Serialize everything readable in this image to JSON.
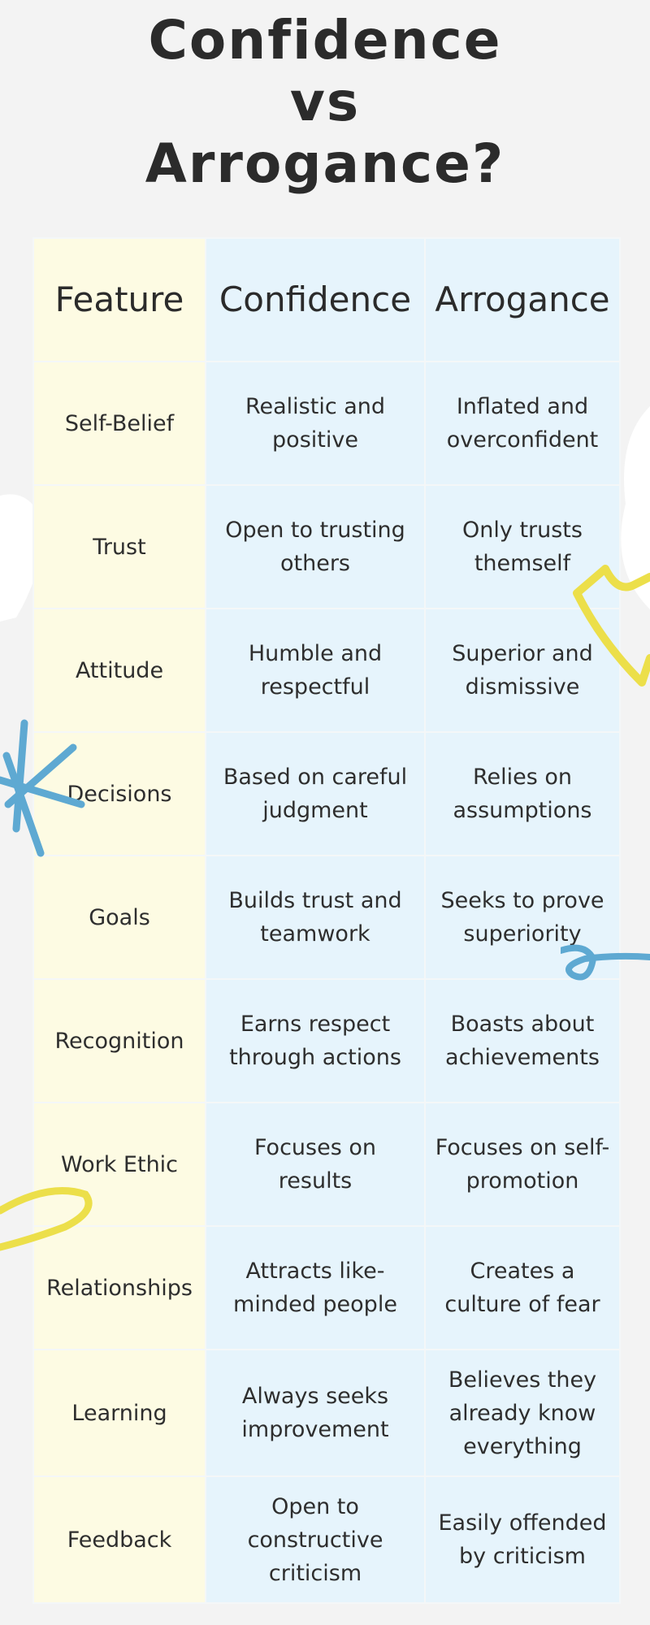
{
  "title": {
    "line1": "Confidence",
    "line2": "vs",
    "line3": "Arrogance?"
  },
  "table": {
    "headers": {
      "feature": "Feature",
      "confidence": "Confidence",
      "arrogance": "Arrogance"
    },
    "rows": [
      {
        "feature": "Self-Belief",
        "confidence": "Realistic and positive",
        "arrogance": "Inflated and overconfident"
      },
      {
        "feature": "Trust",
        "confidence": "Open to trusting others",
        "arrogance": "Only trusts themself"
      },
      {
        "feature": "Attitude",
        "confidence": "Humble and respectful",
        "arrogance": "Superior and dismissive"
      },
      {
        "feature": "Decisions",
        "confidence": "Based on careful judgment",
        "arrogance": "Relies on assumptions"
      },
      {
        "feature": "Goals",
        "confidence": "Builds trust and teamwork",
        "arrogance": "Seeks to prove superiority"
      },
      {
        "feature": "Recognition",
        "confidence": "Earns respect through actions",
        "arrogance": "Boasts about achievements"
      },
      {
        "feature": "Work Ethic",
        "confidence": "Focuses on results",
        "arrogance": "Focuses on self-promotion"
      },
      {
        "feature": "Relationships",
        "confidence": "Attracts like-minded people",
        "arrogance": "Creates a culture of fear"
      },
      {
        "feature": "Learning",
        "confidence": "Always seeks improvement",
        "arrogance": "Believes they already know everything"
      },
      {
        "feature": "Feedback",
        "confidence": "Open to constructive criticism",
        "arrogance": "Easily offended by criticism"
      }
    ]
  },
  "colors": {
    "background": "#f3f3f3",
    "feature_column": "#fdfbe3",
    "content_columns": "#e6f4fc",
    "text": "#2e2e2e",
    "yellow_doodle": "#ecdf4a",
    "blue_doodle": "#5ea9d2"
  }
}
